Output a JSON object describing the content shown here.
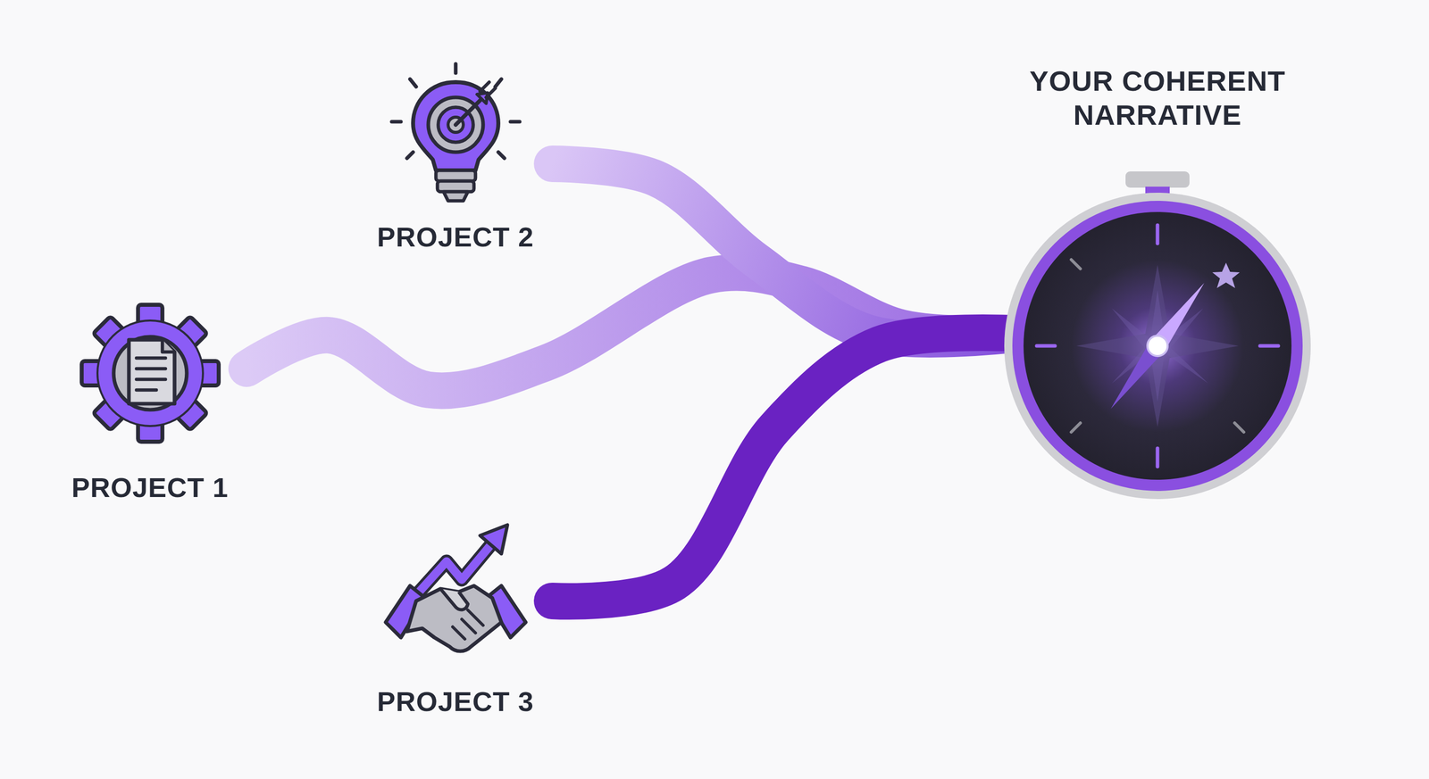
{
  "diagram": {
    "nodes": [
      {
        "text": [
          "PROJECT 1"
        ]
      },
      {
        "text": [
          "PROJECT 2"
        ]
      },
      {
        "text": [
          "PROJECT 3"
        ]
      },
      {
        "text": [
          "YOUR COHERENT NARRATIVE"
        ]
      }
    ],
    "edges": [
      {
        "from": 0,
        "to": 3,
        "arrow": "none"
      },
      {
        "from": 1,
        "to": 3,
        "arrow": "none"
      },
      {
        "from": 2,
        "to": 3,
        "arrow": "none"
      }
    ]
  }
}
